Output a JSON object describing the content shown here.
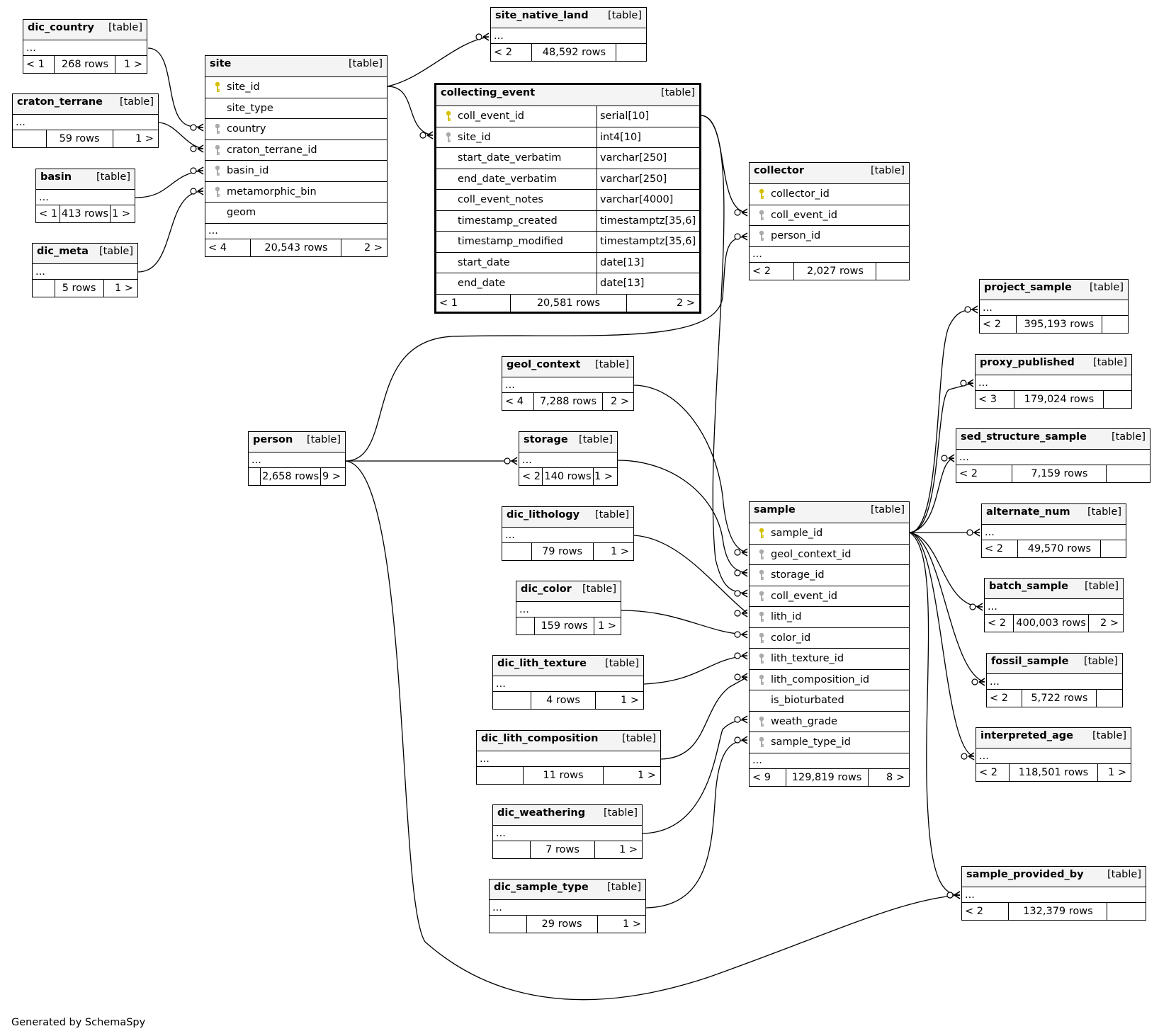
{
  "footer": "Generated by SchemaSpy",
  "table_tag": "[table]",
  "colors": {
    "primary_key": "#d4c000",
    "foreign_key": "#aaaaaa",
    "header_bg": "#f4f4f4"
  },
  "tables": [
    {
      "id": "dic_country",
      "name": "dic_country",
      "ellipsis": "...",
      "prev": "< 1",
      "rows": "268 rows",
      "next": "1 >"
    },
    {
      "id": "craton_terrane",
      "name": "craton_terrane",
      "ellipsis": "...",
      "prev": "",
      "rows": "59 rows",
      "next": "1 >"
    },
    {
      "id": "basin",
      "name": "basin",
      "ellipsis": "...",
      "prev": "< 1",
      "rows": "413 rows",
      "next": "1 >"
    },
    {
      "id": "dic_meta",
      "name": "dic_meta",
      "ellipsis": "...",
      "prev": "",
      "rows": "5 rows",
      "next": "1 >"
    },
    {
      "id": "site",
      "name": "site",
      "columns": [
        {
          "name": "site_id",
          "key": "pk"
        },
        {
          "name": "site_type",
          "key": ""
        },
        {
          "name": "country",
          "key": "fk"
        },
        {
          "name": "craton_terrane_id",
          "key": "fk"
        },
        {
          "name": "basin_id",
          "key": "fk"
        },
        {
          "name": "metamorphic_bin",
          "key": "fk"
        },
        {
          "name": "geom",
          "key": ""
        }
      ],
      "ellipsis": "...",
      "prev": "< 4",
      "rows": "20,543 rows",
      "next": "2 >"
    },
    {
      "id": "site_native_land",
      "name": "site_native_land",
      "ellipsis": "...",
      "prev": "< 2",
      "rows": "48,592 rows",
      "next": ""
    },
    {
      "id": "collecting_event",
      "name": "collecting_event",
      "focus": true,
      "columns": [
        {
          "name": "coll_event_id",
          "key": "pk",
          "type": "serial[10]"
        },
        {
          "name": "site_id",
          "key": "fk",
          "type": "int4[10]"
        },
        {
          "name": "start_date_verbatim",
          "key": "",
          "type": "varchar[250]"
        },
        {
          "name": "end_date_verbatim",
          "key": "",
          "type": "varchar[250]"
        },
        {
          "name": "coll_event_notes",
          "key": "",
          "type": "varchar[4000]"
        },
        {
          "name": "timestamp_created",
          "key": "",
          "type": "timestamptz[35,6]"
        },
        {
          "name": "timestamp_modified",
          "key": "",
          "type": "timestamptz[35,6]"
        },
        {
          "name": "start_date",
          "key": "",
          "type": "date[13]"
        },
        {
          "name": "end_date",
          "key": "",
          "type": "date[13]"
        }
      ],
      "prev": "< 1",
      "rows": "20,581 rows",
      "next": "2 >"
    },
    {
      "id": "collector",
      "name": "collector",
      "columns": [
        {
          "name": "collector_id",
          "key": "pk"
        },
        {
          "name": "coll_event_id",
          "key": "fk"
        },
        {
          "name": "person_id",
          "key": "fk"
        }
      ],
      "ellipsis": "...",
      "prev": "< 2",
      "rows": "2,027 rows",
      "next": ""
    },
    {
      "id": "geol_context",
      "name": "geol_context",
      "ellipsis": "...",
      "prev": "< 4",
      "rows": "7,288 rows",
      "next": "2 >"
    },
    {
      "id": "person",
      "name": "person",
      "ellipsis": "...",
      "prev": "",
      "rows": "2,658 rows",
      "next": "9 >"
    },
    {
      "id": "storage",
      "name": "storage",
      "ellipsis": "...",
      "prev": "< 2",
      "rows": "140 rows",
      "next": "1 >"
    },
    {
      "id": "dic_lithology",
      "name": "dic_lithology",
      "ellipsis": "...",
      "prev": "",
      "rows": "79 rows",
      "next": "1 >"
    },
    {
      "id": "dic_color",
      "name": "dic_color",
      "ellipsis": "...",
      "prev": "",
      "rows": "159 rows",
      "next": "1 >"
    },
    {
      "id": "dic_lith_texture",
      "name": "dic_lith_texture",
      "ellipsis": "...",
      "prev": "",
      "rows": "4 rows",
      "next": "1 >"
    },
    {
      "id": "dic_lith_composition",
      "name": "dic_lith_composition",
      "ellipsis": "...",
      "prev": "",
      "rows": "11 rows",
      "next": "1 >"
    },
    {
      "id": "dic_weathering",
      "name": "dic_weathering",
      "ellipsis": "...",
      "prev": "",
      "rows": "7 rows",
      "next": "1 >"
    },
    {
      "id": "dic_sample_type",
      "name": "dic_sample_type",
      "ellipsis": "...",
      "prev": "",
      "rows": "29 rows",
      "next": "1 >"
    },
    {
      "id": "sample",
      "name": "sample",
      "columns": [
        {
          "name": "sample_id",
          "key": "pk"
        },
        {
          "name": "geol_context_id",
          "key": "fk"
        },
        {
          "name": "storage_id",
          "key": "fk"
        },
        {
          "name": "coll_event_id",
          "key": "fk"
        },
        {
          "name": "lith_id",
          "key": "fk"
        },
        {
          "name": "color_id",
          "key": "fk"
        },
        {
          "name": "lith_texture_id",
          "key": "fk"
        },
        {
          "name": "lith_composition_id",
          "key": "fk"
        },
        {
          "name": "is_bioturbated",
          "key": ""
        },
        {
          "name": "weath_grade",
          "key": "fk"
        },
        {
          "name": "sample_type_id",
          "key": "fk"
        }
      ],
      "ellipsis": "...",
      "prev": "< 9",
      "rows": "129,819 rows",
      "next": "8 >"
    },
    {
      "id": "project_sample",
      "name": "project_sample",
      "ellipsis": "...",
      "prev": "< 2",
      "rows": "395,193 rows",
      "next": ""
    },
    {
      "id": "proxy_published",
      "name": "proxy_published",
      "ellipsis": "...",
      "prev": "< 3",
      "rows": "179,024 rows",
      "next": ""
    },
    {
      "id": "sed_structure_sample",
      "name": "sed_structure_sample",
      "ellipsis": "...",
      "prev": "< 2",
      "rows": "7,159 rows",
      "next": ""
    },
    {
      "id": "alternate_num",
      "name": "alternate_num",
      "ellipsis": "...",
      "prev": "< 2",
      "rows": "49,570 rows",
      "next": ""
    },
    {
      "id": "batch_sample",
      "name": "batch_sample",
      "ellipsis": "...",
      "prev": "< 2",
      "rows": "400,003 rows",
      "next": "2 >"
    },
    {
      "id": "fossil_sample",
      "name": "fossil_sample",
      "ellipsis": "...",
      "prev": "< 2",
      "rows": "5,722 rows",
      "next": ""
    },
    {
      "id": "interpreted_age",
      "name": "interpreted_age",
      "ellipsis": "...",
      "prev": "< 2",
      "rows": "118,501 rows",
      "next": "1 >"
    },
    {
      "id": "sample_provided_by",
      "name": "sample_provided_by",
      "ellipsis": "...",
      "prev": "< 2",
      "rows": "132,379 rows",
      "next": ""
    }
  ],
  "relationships": [
    {
      "from": "dic_country",
      "to": "site.country"
    },
    {
      "from": "craton_terrane",
      "to": "site.craton_terrane_id"
    },
    {
      "from": "basin",
      "to": "site.basin_id"
    },
    {
      "from": "dic_meta",
      "to": "site.metamorphic_bin"
    },
    {
      "from": "site.site_id",
      "to": "site_native_land"
    },
    {
      "from": "site.site_id",
      "to": "collecting_event.site_id"
    },
    {
      "from": "collecting_event.coll_event_id",
      "to": "collector.coll_event_id"
    },
    {
      "from": "collecting_event.coll_event_id",
      "to": "sample.coll_event_id"
    },
    {
      "from": "person",
      "to": "collector.person_id"
    },
    {
      "from": "person",
      "to": "storage"
    },
    {
      "from": "person",
      "to": "sample_provided_by"
    },
    {
      "from": "geol_context",
      "to": "sample.geol_context_id"
    },
    {
      "from": "storage",
      "to": "sample.storage_id"
    },
    {
      "from": "dic_lithology",
      "to": "sample.lith_id"
    },
    {
      "from": "dic_color",
      "to": "sample.color_id"
    },
    {
      "from": "dic_lith_texture",
      "to": "sample.lith_texture_id"
    },
    {
      "from": "dic_lith_composition",
      "to": "sample.lith_composition_id"
    },
    {
      "from": "dic_weathering",
      "to": "sample.weath_grade"
    },
    {
      "from": "dic_sample_type",
      "to": "sample.sample_type_id"
    },
    {
      "from": "sample.sample_id",
      "to": "project_sample"
    },
    {
      "from": "sample.sample_id",
      "to": "proxy_published"
    },
    {
      "from": "sample.sample_id",
      "to": "sed_structure_sample"
    },
    {
      "from": "sample.sample_id",
      "to": "alternate_num"
    },
    {
      "from": "sample.sample_id",
      "to": "batch_sample"
    },
    {
      "from": "sample.sample_id",
      "to": "fossil_sample"
    },
    {
      "from": "sample.sample_id",
      "to": "interpreted_age"
    },
    {
      "from": "sample.sample_id",
      "to": "sample_provided_by"
    }
  ]
}
